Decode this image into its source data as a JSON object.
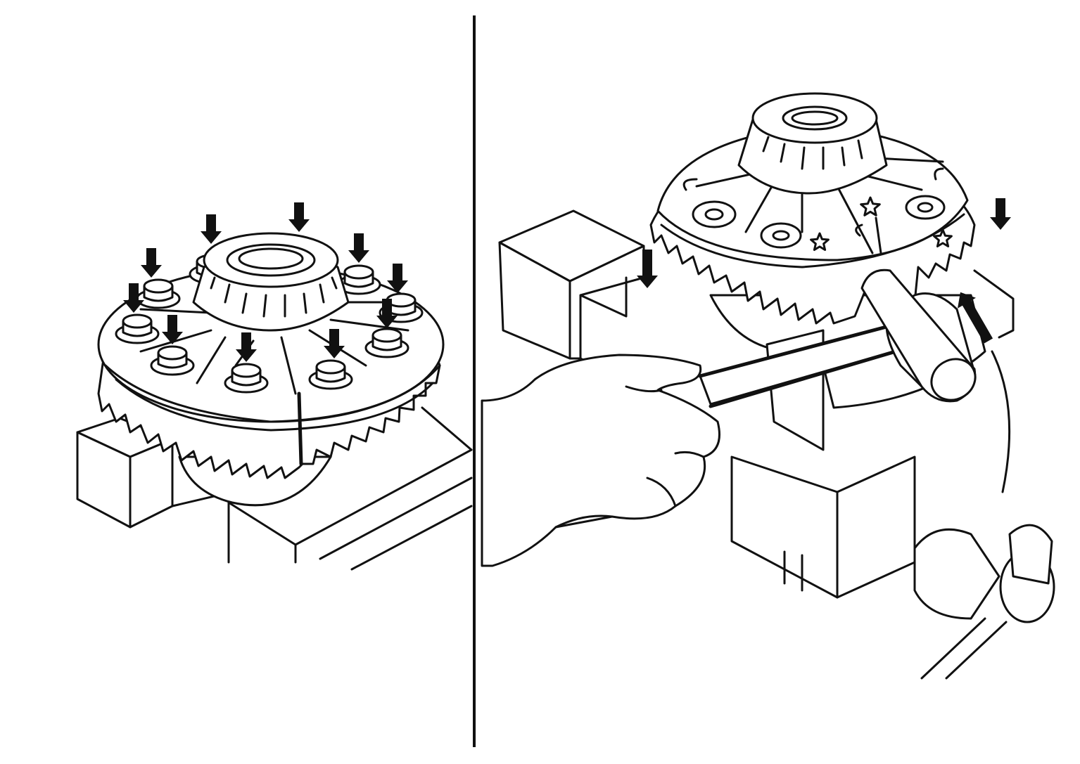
{
  "figure": {
    "panels": [
      {
        "id": "left",
        "description_icon": "differential-bolts-tighten-illustration"
      },
      {
        "id": "right",
        "description_icon": "differential-hammer-tap-illustration"
      }
    ],
    "colors": {
      "line": "#111111",
      "background": "#ffffff"
    }
  }
}
